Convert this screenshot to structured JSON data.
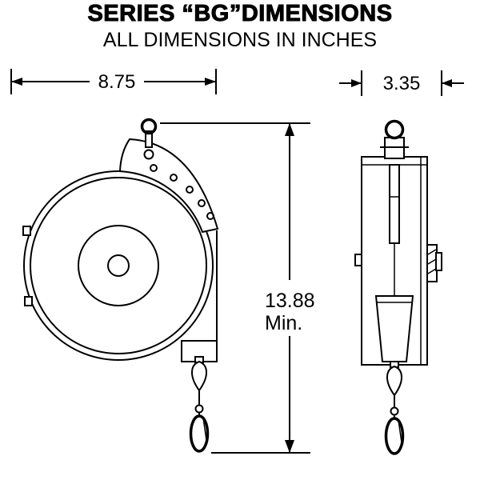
{
  "header": {
    "title": "SERIES “BG”DIMENSIONS",
    "subtitle": "ALL DIMENSIONS IN INCHES"
  },
  "front_view": {
    "width_dimension": "8.75"
  },
  "side_view": {
    "width_dimension": "3.35"
  },
  "height_dimension": {
    "value": "13.88",
    "qualifier": "Min."
  }
}
